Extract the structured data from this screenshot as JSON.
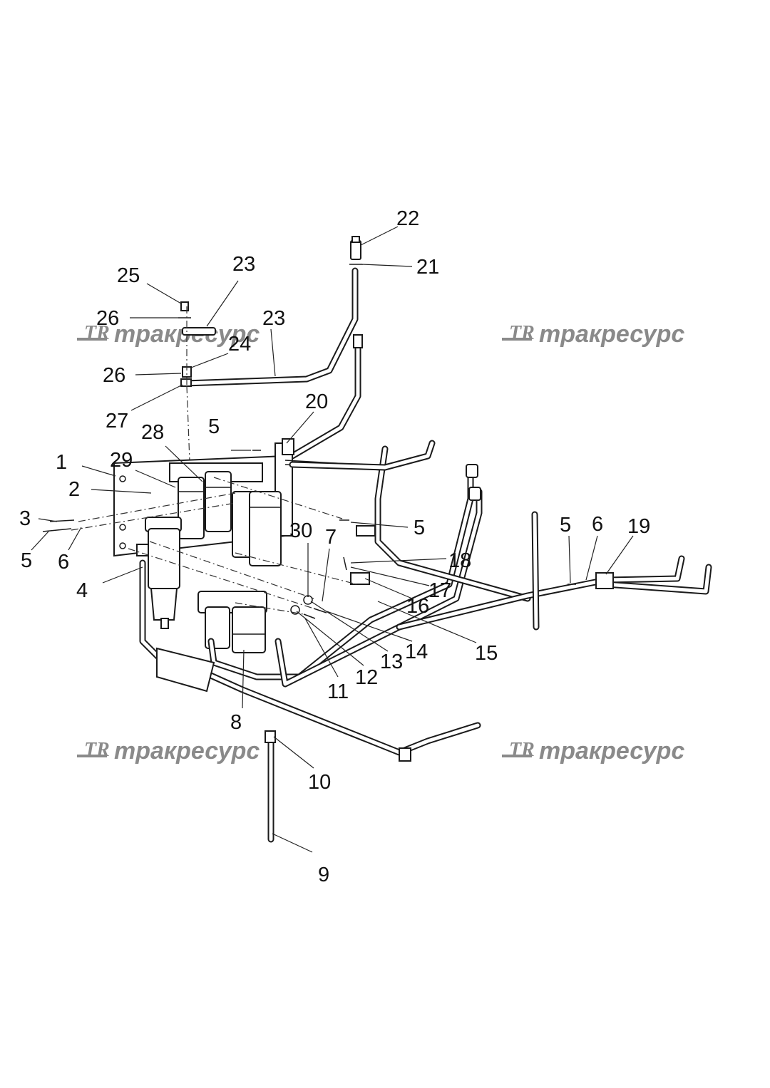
{
  "watermark": {
    "logo": "TR",
    "text": "тракресурс"
  },
  "callouts": [
    {
      "label": "1"
    },
    {
      "label": "2"
    },
    {
      "label": "3"
    },
    {
      "label": "4"
    },
    {
      "label": "5"
    },
    {
      "label": "5"
    },
    {
      "label": "5"
    },
    {
      "label": "5"
    },
    {
      "label": "6"
    },
    {
      "label": "6"
    },
    {
      "label": "7"
    },
    {
      "label": "8"
    },
    {
      "label": "9"
    },
    {
      "label": "10"
    },
    {
      "label": "11"
    },
    {
      "label": "12"
    },
    {
      "label": "13"
    },
    {
      "label": "14"
    },
    {
      "label": "15"
    },
    {
      "label": "16"
    },
    {
      "label": "17"
    },
    {
      "label": "18"
    },
    {
      "label": "19"
    },
    {
      "label": "20"
    },
    {
      "label": "21"
    },
    {
      "label": "22"
    },
    {
      "label": "23"
    },
    {
      "label": "23"
    },
    {
      "label": "24"
    },
    {
      "label": "25"
    },
    {
      "label": "26"
    },
    {
      "label": "26"
    },
    {
      "label": "27"
    },
    {
      "label": "28"
    },
    {
      "label": "29"
    },
    {
      "label": "30"
    }
  ]
}
